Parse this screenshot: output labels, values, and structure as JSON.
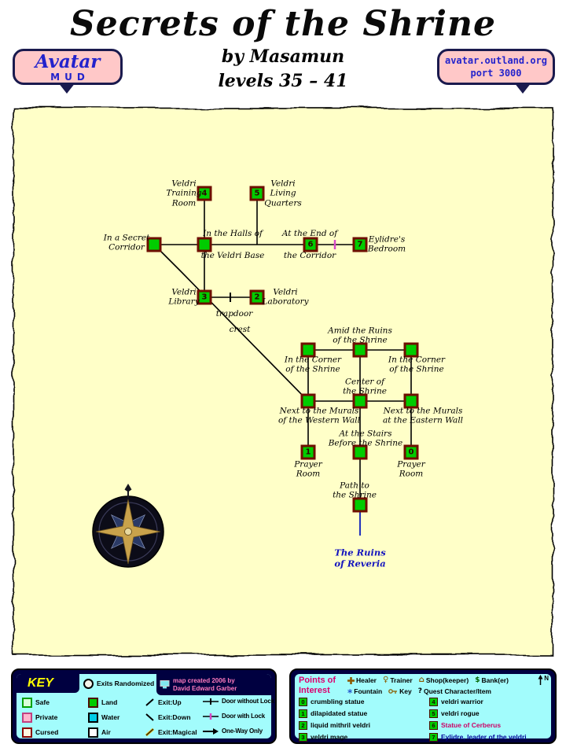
{
  "header": {
    "title": "Secrets of the Shrine",
    "byline": "by Masamun",
    "levels": "levels 35 – 41"
  },
  "badge_left": {
    "line1": "Avatar",
    "line2": "MUD"
  },
  "badge_right": {
    "line1": "avatar.outland.org",
    "line2": "port 3000"
  },
  "map": {
    "labels": {
      "veldri_training": "Veldri\nTraining\nRoom",
      "veldri_living": "Veldri\nLiving\nQuarters",
      "secret_corridor": "In a Secret\nCorridor",
      "halls_top": "In the Halls of",
      "halls_bottom": "the Veldri Base",
      "end_top": "At the End of",
      "end_bottom": "the Corridor",
      "eylidres_bedroom": "Eylidre's\nBedroom",
      "veldri_library": "Veldri\nLibrary",
      "veldri_laboratory": "Veldri\nLaboratory",
      "trapdoor": "trapdoor",
      "crest": "crest",
      "amid_ruins": "Amid the Ruins\nof the Shrine",
      "corner_west": "In the Corner\nof the Shrine",
      "corner_east": "In the Corner\nof the Shrine",
      "center_shrine": "Center of\nthe Shrine",
      "murals_west": "Next to the Murals\nof the Western Wall",
      "murals_east": "Next to the Murals\nat the Eastern Wall",
      "stairs": "At the Stairs\nBefore the Shrine",
      "prayer_west": "Prayer\nRoom",
      "prayer_east": "Prayer\nRoom",
      "path": "Path to\nthe Shrine",
      "ruins_exit": "The Ruins\nof Reveria"
    },
    "room_numbers": {
      "training": "4",
      "living": "5",
      "end_corridor": "6",
      "bedroom": "7",
      "library": "3",
      "laboratory": "2",
      "prayer_west": "1",
      "prayer_east": "0"
    }
  },
  "key": {
    "title": "KEY",
    "credit": "map created 2006 by\nDavid Edward Garber",
    "exits_randomized": "Exits Randomized",
    "room_types": [
      {
        "label": "Safe"
      },
      {
        "label": "Private"
      },
      {
        "label": "Cursed"
      }
    ],
    "terrain": [
      {
        "label": "Land"
      },
      {
        "label": "Water"
      },
      {
        "label": "Air"
      }
    ],
    "exit_types": [
      {
        "label": "Exit:Up"
      },
      {
        "label": "Exit:Down"
      },
      {
        "label": "Exit:Magical"
      }
    ],
    "door_types": [
      {
        "label": "Door without Lock"
      },
      {
        "label": "Door with Lock"
      },
      {
        "label": "One-Way Only"
      }
    ]
  },
  "poi": {
    "title": "Points of\nInterest",
    "services": [
      {
        "label": "Healer"
      },
      {
        "label": "Trainer"
      },
      {
        "label": "Shop(keeper)"
      },
      {
        "label": "Bank(er)"
      }
    ],
    "services2": [
      {
        "label": "Fountain"
      },
      {
        "label": "Key"
      },
      {
        "label": "Quest Character/Item"
      }
    ],
    "north_label": "N",
    "entries": [
      {
        "num": "0",
        "text": "crumbling statue"
      },
      {
        "num": "1",
        "text": "dilapidated statue"
      },
      {
        "num": "2",
        "text": "liquid mithril veldri"
      },
      {
        "num": "3",
        "text": "veldri mage"
      },
      {
        "num": "4",
        "text": "veldri warrior"
      },
      {
        "num": "5",
        "text": "veldri rogue"
      },
      {
        "num": "6",
        "text": "Statue of Cerberus"
      },
      {
        "num": "7",
        "text": "Eylidre, leader of the veldri"
      }
    ]
  },
  "colors": {
    "parchment": "#FFFFC8",
    "room_green": "#00CC00",
    "room_border": "#6E0E00",
    "panel_navy": "#000040",
    "panel_cyan": "#A2FCFC",
    "accent_magenta": "#DB006E",
    "exit_blue": "#1414BE",
    "badge_pink": "#FFC8C8",
    "door_lock_pink": "#D848C8"
  }
}
